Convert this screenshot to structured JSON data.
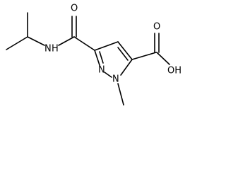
{
  "molecule": {
    "atoms": {
      "amide_nitrogen": "N",
      "amide_hydrogen": "H",
      "amide_oxygen": "O",
      "ring_nitrogen_2": "N",
      "ring_nitrogen_1": "N",
      "acid_oxygen": "O",
      "hydroxyl": "OH"
    }
  },
  "colors": {
    "bond": "#000000",
    "label": "#000000",
    "background": "#ffffff"
  }
}
